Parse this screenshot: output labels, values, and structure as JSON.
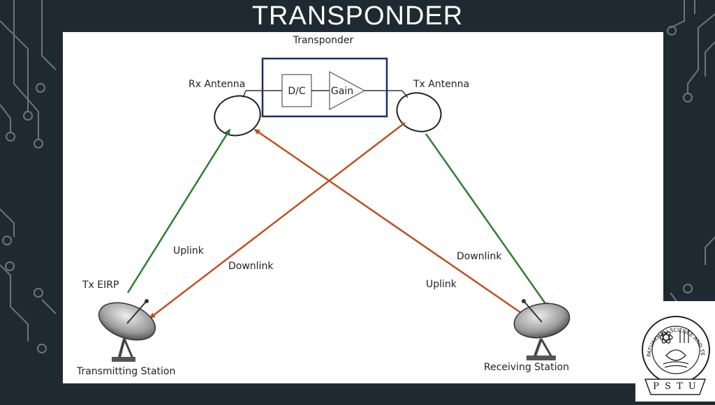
{
  "slide": {
    "title": "TRANSPONDER"
  },
  "diagram": {
    "title": "Transponder",
    "block_downconverter": "D/C",
    "block_gain": "Gain",
    "rx_antenna": "Rx Antenna",
    "tx_antenna": "Tx Antenna",
    "tx_eirp": "Tx EIRP",
    "uplink_left": "Uplink",
    "downlink_left": "Downlink",
    "downlink_right": "Downlink",
    "uplink_right": "Uplink",
    "transmitting_station": "Transmitting Station",
    "receiving_station": "Receiving Station",
    "colors": {
      "uplink_green": "#2e7d32",
      "downlink_orange": "#c0501f",
      "box_navy": "#1c2a6e",
      "background": "#1f2a30"
    }
  },
  "logo": {
    "ring_text": "PATUAKHALI SCIENCE AND TECHNOLOGY UNIVERSITY",
    "initials": "P S T U"
  }
}
